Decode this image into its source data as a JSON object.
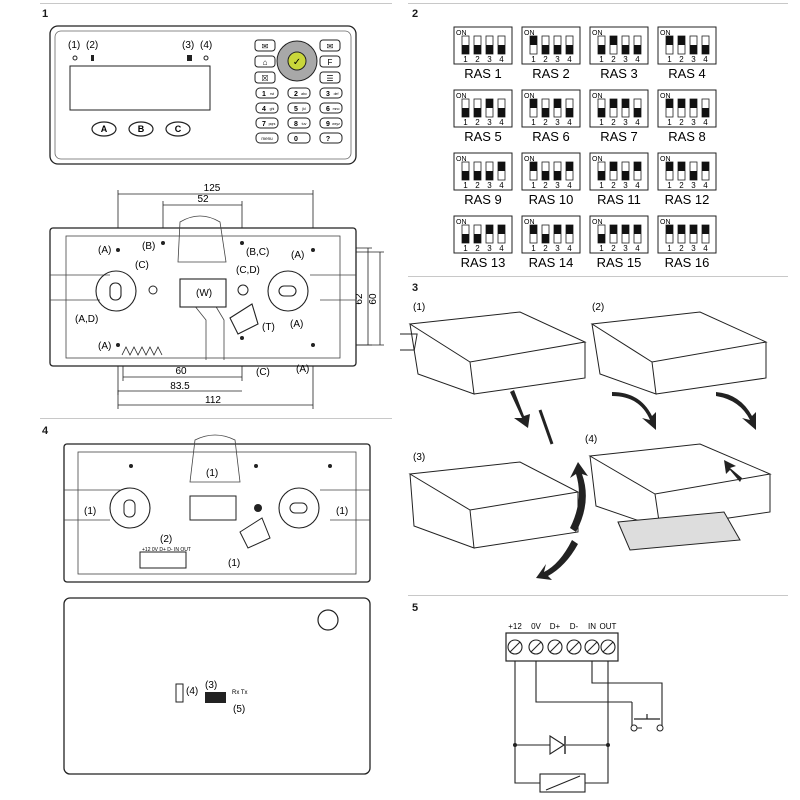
{
  "panels": [
    {
      "number": "1"
    },
    {
      "number": "2"
    },
    {
      "number": "3"
    },
    {
      "number": "4"
    },
    {
      "number": "5"
    }
  ],
  "panel1": {
    "callouts": [
      "(1)",
      "(2)",
      "(3)",
      "(4)"
    ],
    "function_keys": [
      "A",
      "B",
      "C"
    ],
    "keypad": [
      "1",
      "2",
      "3",
      "4",
      "5",
      "6",
      "7",
      "8",
      "9",
      "0",
      "?"
    ],
    "keypad_letters": [
      "rst",
      "abc",
      "def",
      "ghi",
      "jkl",
      "mno",
      "pqrs",
      "tuv",
      "wxyz",
      "",
      ""
    ],
    "side_keys_left": [
      "✉",
      "⌂",
      "☒"
    ],
    "side_keys_right": [
      "✉",
      "F",
      "☰"
    ],
    "nav_center": "✓",
    "menu_key": "menu",
    "zero_sub": "—"
  },
  "mount": {
    "dims": {
      "width_125": "125",
      "spacing_52": "52",
      "height_62": "62",
      "height_60": "60",
      "bottom_60": "60",
      "bottom_83_5": "83.5",
      "bottom_112": "112"
    },
    "labels": {
      "A_tl": "(A)",
      "B": "(B)",
      "BC": "(B,C)",
      "A_tr": "(A)",
      "C_left": "(C)",
      "CD": "(C,D)",
      "W": "(W)",
      "AD": "(A,D)",
      "T": "(T)",
      "A_right": "(A)",
      "A_bl": "(A)",
      "C_bottom": "(C)",
      "A_br": "(A)"
    }
  },
  "panel2": {
    "on_label": "ON",
    "switch_numbers": [
      "1",
      "2",
      "3",
      "4"
    ],
    "settings": [
      {
        "name": "RAS 1",
        "bits": [
          0,
          0,
          0,
          0
        ]
      },
      {
        "name": "RAS 2",
        "bits": [
          1,
          0,
          0,
          0
        ]
      },
      {
        "name": "RAS 3",
        "bits": [
          0,
          1,
          0,
          0
        ]
      },
      {
        "name": "RAS 4",
        "bits": [
          1,
          1,
          0,
          0
        ]
      },
      {
        "name": "RAS 5",
        "bits": [
          0,
          0,
          1,
          0
        ]
      },
      {
        "name": "RAS 6",
        "bits": [
          1,
          0,
          1,
          0
        ]
      },
      {
        "name": "RAS 7",
        "bits": [
          0,
          1,
          1,
          0
        ]
      },
      {
        "name": "RAS 8",
        "bits": [
          1,
          1,
          1,
          0
        ]
      },
      {
        "name": "RAS 9",
        "bits": [
          0,
          0,
          0,
          1
        ]
      },
      {
        "name": "RAS 10",
        "bits": [
          1,
          0,
          0,
          1
        ]
      },
      {
        "name": "RAS 11",
        "bits": [
          0,
          1,
          0,
          1
        ]
      },
      {
        "name": "RAS 12",
        "bits": [
          1,
          1,
          0,
          1
        ]
      },
      {
        "name": "RAS 13",
        "bits": [
          0,
          0,
          1,
          1
        ]
      },
      {
        "name": "RAS 14",
        "bits": [
          1,
          0,
          1,
          1
        ]
      },
      {
        "name": "RAS 15",
        "bits": [
          0,
          1,
          1,
          1
        ]
      },
      {
        "name": "RAS 16",
        "bits": [
          1,
          1,
          1,
          1
        ]
      }
    ]
  },
  "panel3": {
    "steps": [
      "(1)",
      "(2)",
      "(3)",
      "(4)"
    ]
  },
  "panel4": {
    "callouts": [
      "(1)",
      "(1)",
      "(1)",
      "(1)",
      "(2)"
    ],
    "terminal_strip": "+12 0V D+ D- IN OUT",
    "board_callouts": [
      "(3)",
      "(4)",
      "(5)"
    ],
    "led_label": "Rx Tx"
  },
  "panel5": {
    "terminals": [
      "+12",
      "0V",
      "D+",
      "D-",
      "IN",
      "OUT"
    ]
  }
}
